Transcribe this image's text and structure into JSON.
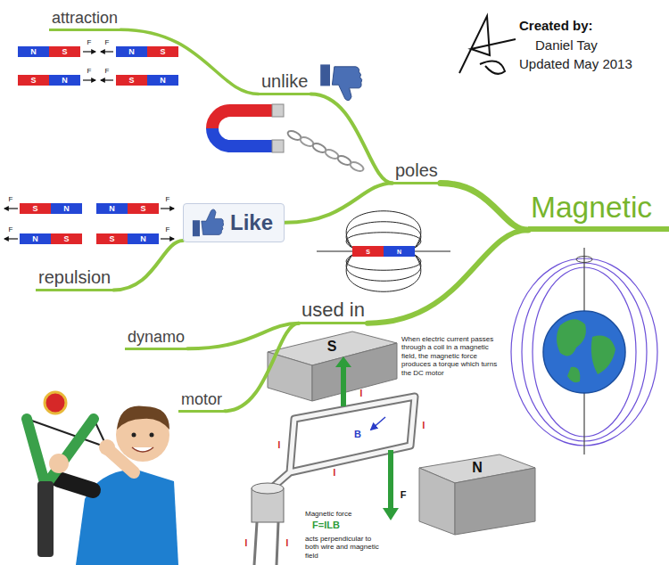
{
  "diagram": {
    "nodes": [
      {
        "text": [
          "Magnetic"
        ]
      },
      {
        "text": [
          "poles"
        ]
      },
      {
        "text": [
          "unlike"
        ]
      },
      {
        "text": [
          "attraction"
        ]
      },
      {
        "text": [
          "Like"
        ]
      },
      {
        "text": [
          "repulsion"
        ]
      },
      {
        "text": [
          "used in"
        ]
      },
      {
        "text": [
          "dynamo"
        ]
      },
      {
        "text": [
          "motor"
        ]
      }
    ],
    "edges": [
      {
        "from": 0,
        "to": 1,
        "arrow": "none"
      },
      {
        "from": 1,
        "to": 2,
        "arrow": "none"
      },
      {
        "from": 2,
        "to": 3,
        "arrow": "none"
      },
      {
        "from": 1,
        "to": 4,
        "arrow": "none"
      },
      {
        "from": 4,
        "to": 5,
        "arrow": "none"
      },
      {
        "from": 0,
        "to": 6,
        "arrow": "none"
      },
      {
        "from": 6,
        "to": 7,
        "arrow": "none"
      },
      {
        "from": 6,
        "to": 8,
        "arrow": "none"
      }
    ],
    "labels": [
      "Created by:",
      "Daniel Tay",
      "Updated May 2013",
      "N",
      "S",
      "F",
      "F",
      "N",
      "S",
      "S",
      "N",
      "F",
      "F",
      "S",
      "N",
      "F",
      "S",
      "N",
      "N",
      "S",
      "F",
      "F",
      "N",
      "S",
      "S",
      "N",
      "F",
      "S",
      "N",
      "S",
      "N",
      "When electric current passes through a coil in a magnetic field, the magnetic force produces a torque which turns the DC motor",
      "B",
      "F",
      "I",
      "I",
      "I",
      "I",
      "I",
      "I",
      "Magnetic force",
      "F=ILB",
      "acts perpendicular to both wire and magnetic field"
    ]
  }
}
